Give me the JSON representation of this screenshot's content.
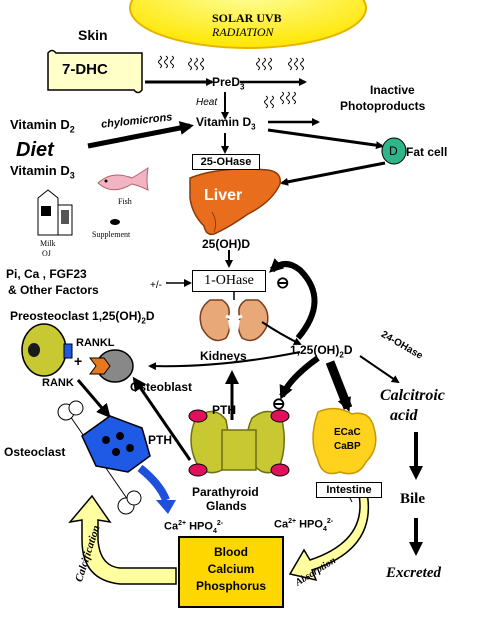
{
  "title": {
    "line1": "SOLAR UVB",
    "line2": "RADIATION"
  },
  "skin": {
    "label": "Skin",
    "compound": "7-DHC"
  },
  "previtamin": {
    "name": "PreD",
    "subscript": "3",
    "heat_label": "Heat"
  },
  "vitamin_d": {
    "name": "Vitamin D",
    "subscript": "3"
  },
  "inactive": {
    "line1": "Inactive",
    "line2": "Photoproducts"
  },
  "fat_cell": {
    "letter": "D",
    "label": "Fat cell"
  },
  "diet": {
    "vitamin_d2": "Vitamin D",
    "vitamin_d2_sub": "2",
    "chylomicrons": "chylomicrons",
    "diet_label": "Diet",
    "vitamin_d3": "Vitamin D",
    "vitamin_d3_sub": "3",
    "fish_label": "Fish",
    "milk_label_1": "Milk",
    "milk_label_2": "OJ",
    "supplement_label": "Supplement"
  },
  "liver": {
    "enzyme": "25-OHase",
    "label": "Liver",
    "product": "25(OH)D"
  },
  "kidney_enzyme": {
    "factors_line1": "Pi, Ca , FGF23",
    "factors_line2": "& Other Factors",
    "factors_sign": "+/-",
    "enzyme": "1-OHase",
    "kidneys_label": "Kidneys"
  },
  "bone": {
    "preosteoclast": "Preosteoclast",
    "calcitriol_left": "1,25(OH)",
    "calcitriol_left_sub": "2",
    "calcitriol_left_tail": "D",
    "rankl": "RANKL",
    "rank": "RANK",
    "plus": "+",
    "osteoblast": "Osteoblast",
    "osteoclast": "Osteoclast",
    "calcification": "Calcification"
  },
  "calcitriol": {
    "name": "1,25(OH)",
    "subscript": "2",
    "tail": "D",
    "enzyme": "24-OHase"
  },
  "catabolism": {
    "calcitroic_line1": "Calcitroic",
    "calcitroic_line2": "acid",
    "bile": "Bile",
    "excreted": "Excreted"
  },
  "parathyroid": {
    "pth_up": "PTH",
    "pth_left": "PTH",
    "label_line1": "Parathyroid",
    "label_line2": "Glands"
  },
  "intestine": {
    "protein1": "ECaC",
    "protein2": "CaBP",
    "label": "Intestine",
    "absorption": "Absorption"
  },
  "minerals": {
    "left_ca": "Ca",
    "left_ca_sup": "2+",
    "left_hpo": "HPO",
    "left_hpo_sub": "4",
    "left_hpo_sup": "2-",
    "right_ca": "Ca",
    "right_ca_sup": "2+",
    "right_hpo": "HPO",
    "right_hpo_sub": "4",
    "right_hpo_sup": "2-"
  },
  "blood": {
    "line1": "Blood",
    "line2": "Calcium",
    "line3": "Phosphorus"
  },
  "inhibit_symbol": "⊖",
  "colors": {
    "sun": "#FFE600",
    "skin_box": "#FFFFC8",
    "liver": "#E86E1E",
    "kidney": "#E8A878",
    "fat_cell": "#2FB58A",
    "parathyroid": "#C8C832",
    "parathyroid_spot": "#E0105A",
    "intestine": "#FFD21E",
    "blood_box": "#FFD700",
    "osteoclast": "#1E5AE6",
    "preosteoclast": "#C8C832",
    "arrow_blue": "#1E50DC",
    "arrow_yellow": "#FFFFA0"
  }
}
